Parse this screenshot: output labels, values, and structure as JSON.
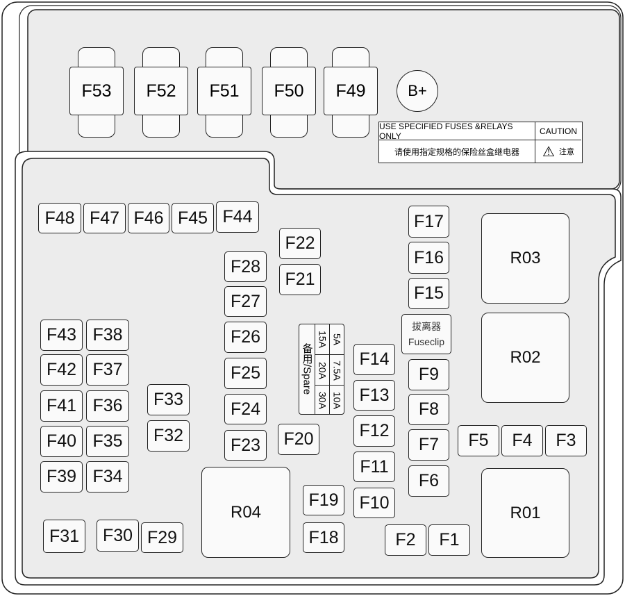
{
  "top_fuses": [
    "F53",
    "F52",
    "F51",
    "F50",
    "F49"
  ],
  "terminal": "B+",
  "caution": {
    "en": "USE SPECIFIED FUSES &RELAYS ONLY",
    "title": "CAUTION",
    "zh": "请使用指定规格的保险丝盒继电器",
    "zh_title": "注意",
    "icon": "warning-triangle-icon"
  },
  "spare": {
    "label": "备用/Spare",
    "col1": [
      "15A",
      "20A",
      "30A"
    ],
    "col2": [
      "5A",
      "7.5A",
      "10A"
    ]
  },
  "fuseclip": {
    "zh": "拔离器",
    "en": "Fuseclip"
  },
  "fuses": {
    "F1": "F1",
    "F2": "F2",
    "F3": "F3",
    "F4": "F4",
    "F5": "F5",
    "F6": "F6",
    "F7": "F7",
    "F8": "F8",
    "F9": "F9",
    "F10": "F10",
    "F11": "F11",
    "F12": "F12",
    "F13": "F13",
    "F14": "F14",
    "F15": "F15",
    "F16": "F16",
    "F17": "F17",
    "F18": "F18",
    "F19": "F19",
    "F20": "F20",
    "F21": "F21",
    "F22": "F22",
    "F23": "F23",
    "F24": "F24",
    "F25": "F25",
    "F26": "F26",
    "F27": "F27",
    "F28": "F28",
    "F29": "F29",
    "F30": "F30",
    "F31": "F31",
    "F32": "F32",
    "F33": "F33",
    "F34": "F34",
    "F35": "F35",
    "F36": "F36",
    "F37": "F37",
    "F38": "F38",
    "F39": "F39",
    "F40": "F40",
    "F41": "F41",
    "F42": "F42",
    "F43": "F43",
    "F44": "F44",
    "F45": "F45",
    "F46": "F46",
    "F47": "F47",
    "F48": "F48"
  },
  "relays": {
    "R01": "R01",
    "R02": "R02",
    "R03": "R03",
    "R04": "R04"
  }
}
